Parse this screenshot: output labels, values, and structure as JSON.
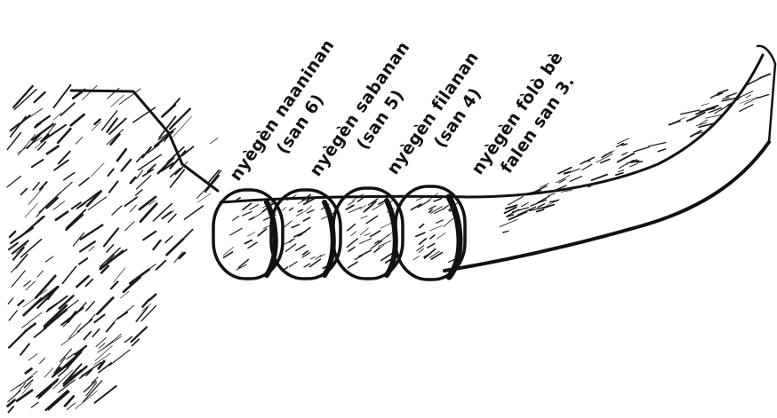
{
  "labels": [
    {
      "line1": "nyègèn naaninan",
      "line2": "(san 6)"
    },
    {
      "line1": "nyègèn sabanan",
      "line2": "(san 5)"
    },
    {
      "line1": "nyègèn filanan",
      "line2": "(san 4)"
    },
    {
      "line1": "nyègèn fòlò bè",
      "line2": "falen san 3."
    }
  ],
  "colors": {
    "ink": "#111111",
    "paper": "#ffffff"
  }
}
